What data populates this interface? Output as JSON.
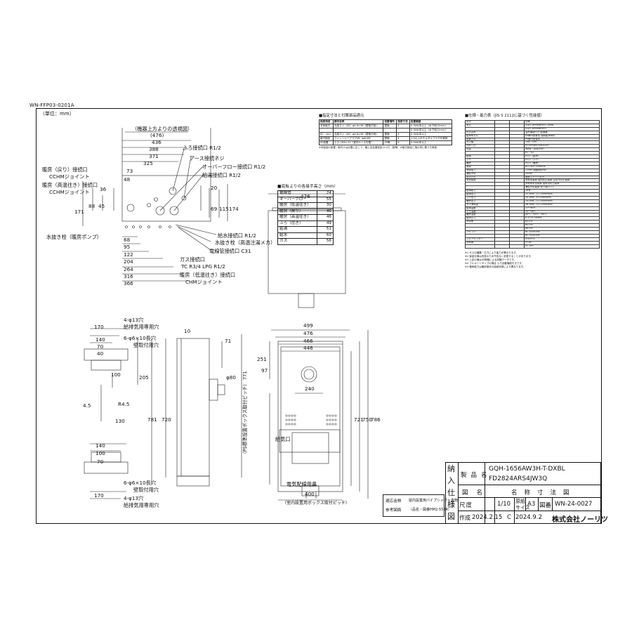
{
  "doc_number": "WN-FFP03-0201A",
  "unit_label": "（単位：mm）",
  "perspective_caption": "（機器上方よりの透視図）",
  "perspective_width": "(476)",
  "top_dims": [
    "436",
    "388",
    "371",
    "325"
  ],
  "top_callouts": [
    "ふろ接続口 R1/2",
    "アース接続ネジ",
    "オーバーフロー接続口 R1/2",
    "給湯接続口 R1/2"
  ],
  "left_callouts": {
    "bath_upper": "暖房（戻り）接続口",
    "bath_upper_sub": "CCHMジョイント",
    "bath_lower": "暖房（高温往き）接続口",
    "bath_lower_sub": "CCHMジョイント"
  },
  "left_dims": [
    "73",
    "48",
    "36",
    "88",
    "171",
    "45"
  ],
  "right_dims": [
    "20",
    "69",
    "115",
    "174"
  ],
  "bottom_dims": [
    "68",
    "95",
    "122",
    "204",
    "264",
    "316",
    "366"
  ],
  "bottom_left_label": "水抜き栓（暖房ポンプ）",
  "bottom_callouts": [
    "給水接続口 R1/2",
    "水抜き栓（高温注湯メカ）",
    "電線管接続口 C31",
    "ガス接続口",
    "TC R3/4 LPG R1/2",
    "暖房（低温往き）接続口",
    "CHMジョイント"
  ],
  "heights_table": {
    "title": "■底板よりの各接手高さ（mm）",
    "rows": [
      {
        "label": "電線管",
        "value": "24"
      },
      {
        "label": "オーバーフロー",
        "value": "55"
      },
      {
        "label": "暖房（低温往き）",
        "value": "30"
      },
      {
        "label": "暖房（戻り）",
        "value": "46"
      },
      {
        "label": "暖房（高温往き）",
        "value": "46"
      },
      {
        "label": "ふろ（往き）",
        "value": "49"
      },
      {
        "label": "給湯",
        "value": "51"
      },
      {
        "label": "給水",
        "value": "60"
      },
      {
        "label": "ガス",
        "value": "56"
      }
    ]
  },
  "attach_table": {
    "title": "■指定寸法と付属部品適元",
    "headers": [
      "指定項目",
      "部材名称",
      "設置場所",
      "指定寸法",
      "設置範囲"
    ],
    "rows": [
      [
        "本体取付",
        "丸座ネジ（JIS）φ4.8×38（壁取付用）",
        "壁面",
        "4",
        "0.3kN/本以上（木下地15mm）"
      ],
      [
        "",
        "",
        "",
        "",
        "0.3kN/本以上（木下地12mm）"
      ],
      [
        "RC・ALC",
        "丸座ネジ（JIS）φ4.8×38（壁取付用）",
        "壁面",
        "4",
        "0.3kN/本以上"
      ],
      [
        "取付固定",
        "フィッシャープラグS8（φ8.38）",
        "壁面",
        "4",
        "1.5以上のモルタルブラグを推奨"
      ],
      [
        "PS設置",
        "小ネジM5×12（室内ケース付属）",
        "PS等",
        "6",
        "0.5kN/本以上"
      ]
    ],
    "note": "※本製品の設置・取付けは必要に応じて、最上支柱補強並14.4力（施策）の取付部品と指示書に基づき実施"
  },
  "front_top_dim": "476",
  "side_dims": {
    "top": [
      "170",
      "140",
      "70",
      "40"
    ],
    "left_h": [
      "100",
      "205",
      "781",
      "130",
      "720"
    ],
    "mid": [
      "10",
      "71"
    ],
    "r": [
      "4.5",
      "R4.5"
    ],
    "bottom": [
      "140",
      "100",
      "70",
      "170"
    ]
  },
  "side_labels": {
    "hole_top": "4-φ13穴",
    "bracket_top": "給排気用専用穴",
    "slot_top": "6-φ6×10長穴",
    "mount_top": "壁取付用穴",
    "slot_bottom": "6-φ6×10長穴",
    "mount_bottom": "壁取付用穴",
    "hole_bottom": "4-φ13穴",
    "bracket_bottom": "給排気用専用穴",
    "side_vert": "（PS標準設置ボックス取付ピッチ） 771",
    "phi": "φ80"
  },
  "front_dims": {
    "top": [
      "499",
      "476",
      "466",
      "446"
    ],
    "right": [
      "721",
      "750",
      "786"
    ],
    "left": [
      "251",
      "97"
    ],
    "mid": "240",
    "bottom": "400"
  },
  "front_labels": {
    "exhaust": "給気口",
    "elec": "電気配線用鼻",
    "pitch": "（室内設置用ボックス取付ピッチ）"
  },
  "shaft_box": {
    "l1": "適応金物",
    "l2": "参考図面",
    "r1": "屋内設置用パイプシャフト金物",
    "r2": "（品名・図番HM2-5524）"
  },
  "spec_panel": {
    "title": "■仕様・能力表（JIS S 2112に基づく性能値）",
    "rows": [
      [
        "区分",
        "",
        "",
        "仕様"
      ],
      [
        "型式",
        "",
        "",
        "GQH-1656AW3H-T-DXBL"
      ],
      [
        "",
        "",
        "",
        "GQH-1656AW3H-T"
      ],
      [
        "形式名称",
        "",
        "",
        "温水機能付き 給湯器"
      ],
      [
        "給排気方式",
        "",
        "",
        "PS扉内設置型 強制給排気形"
      ],
      [
        "設置方式",
        "",
        "",
        "PS扉内設置型"
      ],
      [
        "ガス種",
        "",
        "",
        "13A・LPG"
      ],
      [
        "外形寸法",
        "",
        "",
        "H750×W476×D250"
      ],
      [
        "質量",
        "",
        "",
        "46kg（本体のみ）"
      ],
      [
        "",
        "",
        "",
        "R1・R2"
      ],
      [
        "給湯",
        "",
        "",
        "R1/2（給水）"
      ],
      [
        "ふろ",
        "",
        "",
        "R1/2（ふろ）"
      ],
      [
        "暖房",
        "",
        "",
        "R1/2（暖房）"
      ],
      [
        "電源",
        "",
        "",
        "AC100V 50/60Hz"
      ],
      [
        "消費電力",
        "",
        "",
        "115W 待機時約4W"
      ],
      [
        "凍結予防",
        "",
        "",
        "105W"
      ],
      [
        "点火方式",
        "",
        "",
        "連続スパーク点火"
      ],
      [
        "安全装置",
        "",
        "",
        "炎検出装置 過熱防止装置 空焚き防止装置"
      ],
      [
        "",
        "",
        "",
        "停電時安全装置 過電流防止装置"
      ],
      [
        "",
        "",
        "",
        "凍結予防装置 残り湯ロック"
      ],
      [
        "給湯能力",
        "",
        "",
        "16号"
      ],
      [
        "給湯出力",
        "",
        "",
        "31.4kW（27,000kcal/h）"
      ],
      [
        "ふろ出力",
        "",
        "",
        "10.5kW（9,000kcal/h）"
      ],
      [
        "暖房出力",
        "",
        "",
        "14.0kW（12,000kcal/h）"
      ],
      [
        "ガス消費量",
        "",
        "",
        "38.5kW（33,100kcal/h）"
      ],
      [
        "給湯温度",
        "",
        "",
        "37〜60℃"
      ],
      [
        "ふろ温度",
        "",
        "",
        "35〜48℃"
      ],
      [
        "暖房温度",
        "",
        "",
        "40℃・60℃・80℃"
      ],
      [
        "給水圧力",
        "",
        "",
        "0.1〜0.75MPa"
      ],
      [
        "熱効率",
        "",
        "",
        "83.4%"
      ],
      [
        "",
        "",
        "",
        "80.0%"
      ],
      [
        "",
        "",
        "",
        "86.0%"
      ],
      [
        "リモコン",
        "",
        "",
        "RC-G001EW"
      ],
      [
        "",
        "",
        "",
        "RC-G001SW"
      ],
      [
        "ふろアダプター",
        "",
        "",
        "SFA-001"
      ],
      [
        "排気筒",
        "",
        "",
        "FF-80"
      ],
      [
        "",
        "",
        "",
        "FF-100"
      ]
    ],
    "notes": [
      "※1 ガスの種類・圧力により能力が異なります。",
      "※2 製品仕様は改良のため予告なく変更することがあります。",
      "※3 上記の値はJIS規格による試験データです。",
      "※4 フルオートタイプの場合 ふろ自動機能付きです。",
      "※5 暖房能力は暖房端末の接続状態により異なります。"
    ]
  },
  "title_block": {
    "side": [
      "納",
      "入",
      "仕",
      "様",
      "図"
    ],
    "model_label": "製品名",
    "model1": "GQH-1656AW3H-T-DXBL",
    "model2": "FD2824ARS4JW3Q",
    "drawing_label": "図名",
    "drawing_name": "名称寸法図",
    "scale_label": "尺度",
    "scale": "1/10",
    "orig_label": "原紙",
    "size_label": "サイズ",
    "size": "A3",
    "no_label": "図番",
    "no": "WN-24-0027",
    "created_label": "作成",
    "created": "2024.2.15",
    "rev_label": "C",
    "rev": "2024.9.2",
    "company": "株式会社ノーリツ"
  }
}
